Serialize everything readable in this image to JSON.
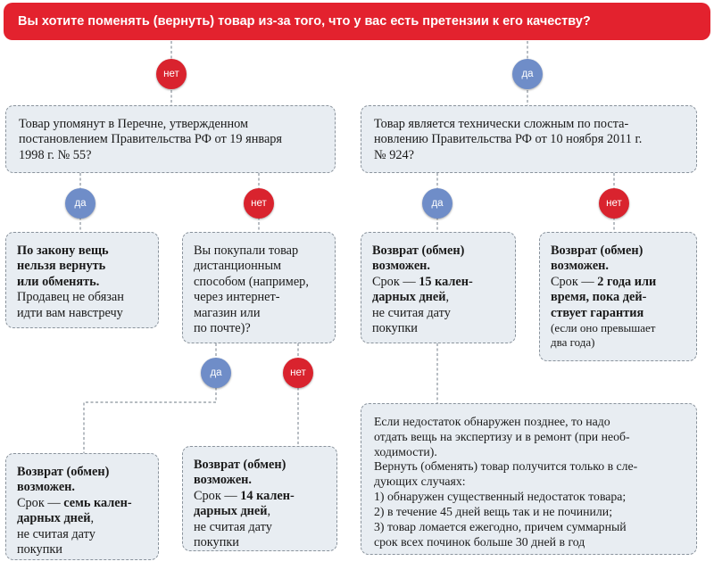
{
  "header": {
    "question": "Вы хотите поменять (вернуть) товар из-за того, что у вас есть претензии к его качеству?"
  },
  "colors": {
    "accent_red": "#e3222e",
    "yes_blue": "#6f8dc8",
    "box_bg": "#e8edf2"
  },
  "labels": {
    "no": "нет",
    "yes": "да"
  },
  "q_left": {
    "l1": "Товар упомянут в Перечне, утвержденном",
    "l2": "постановлением Правительства РФ от 19 января",
    "l3": "1998 г. № 55?"
  },
  "q_right": {
    "l1": "Товар является технически сложным по поста-",
    "l2": "новлению Правительства РФ от 10 ноября 2011 г.",
    "l3": "№ 924?"
  },
  "box_law": {
    "b1": "По закону вещь",
    "b2": "нельзя вернуть",
    "b3": "или обменять.",
    "t1": "Продавец не обязан",
    "t2": "идти вам навстречу"
  },
  "q_remote": {
    "l1": "Вы покупали товар",
    "l2": "дистанционным",
    "l3": "способом (например,",
    "l4": "через интернет-",
    "l5": "магазин или",
    "l6": "по почте)?"
  },
  "box_15": {
    "b1": "Возврат (обмен)",
    "b2": "возможен.",
    "t3a": "Срок — ",
    "b3": "15 кален-",
    "b4": "дарных дней",
    "t4": ",",
    "t5": "не считая дату",
    "t6": "покупки"
  },
  "box_warranty": {
    "b1": "Возврат (обмен)",
    "b2": "возможен.",
    "t3a": "Срок — ",
    "b3": "2 года или",
    "b4": "время, пока дей-",
    "b5": "ствует гарантия",
    "t6": "(если оно превышает",
    "t7": "два года)"
  },
  "box_7": {
    "b1": "Возврат (обмен)",
    "b2": "возможен.",
    "t3a": "Срок — ",
    "b3": "семь кален-",
    "b4": "дарных дней",
    "t4": ",",
    "t5": "не считая дату",
    "t6": "покупки"
  },
  "box_14": {
    "b1": "Возврат (обмен)",
    "b2": "возможен.",
    "t3a": "Срок — ",
    "b3": "14 кален-",
    "b4": "дарных дней",
    "t4": ",",
    "t5": "не считая дату",
    "t6": "покупки"
  },
  "box_later": {
    "l1": "Если недостаток обнаружен позднее, то надо",
    "l2": "отдать вещь на экспертизу и в ремонт (при необ-",
    "l3": "ходимости).",
    "l4": "Вернуть (обменять) товар получится только в сле-",
    "l5": "дующих случаях:",
    "l6": "1) обнаружен существенный недостаток товара;",
    "l7": "2) в течение 45 дней вещь так и не починили;",
    "l8": "3) товар ломается ежегодно, причем суммарный",
    "l9": "срок всех починок больше 30 дней в год"
  }
}
